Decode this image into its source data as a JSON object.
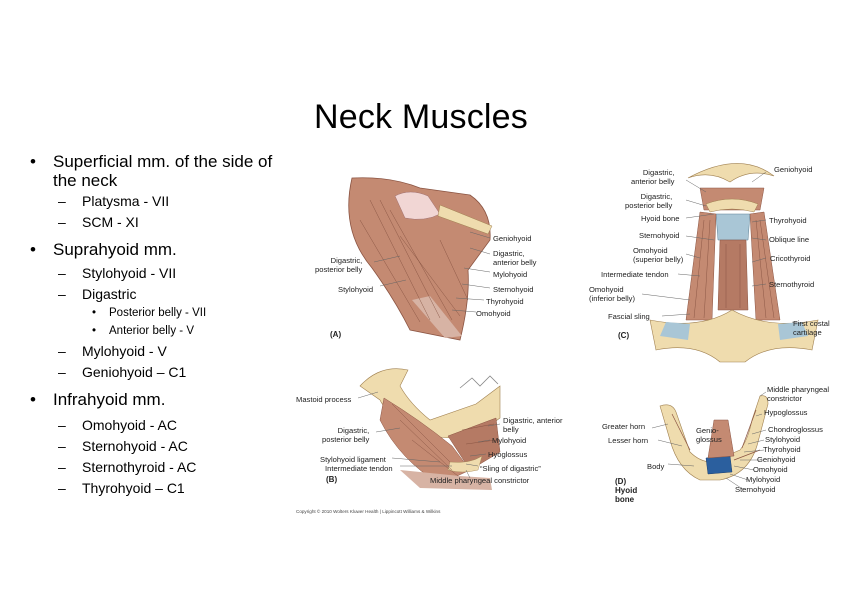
{
  "title": "Neck Muscles",
  "bullets": [
    {
      "text": "Superficial mm. of the side of the neck",
      "children": [
        {
          "text": "Platysma - VII"
        },
        {
          "text": "SCM - XI"
        }
      ]
    },
    {
      "text": "Suprahyoid mm.",
      "children": [
        {
          "text": "Stylohyoid - VII"
        },
        {
          "text": "Digastric",
          "children": [
            {
              "text": "Posterior belly - VII"
            },
            {
              "text": "Anterior belly - V"
            }
          ]
        },
        {
          "text": "Mylohyoid - V"
        },
        {
          "text": "Geniohyoid – C1"
        }
      ]
    },
    {
      "text": "Infrahyoid mm.",
      "children": [
        {
          "text": "Omohyoid - AC"
        },
        {
          "text": "Sternohyoid - AC"
        },
        {
          "text": "Sternothyroid - AC"
        },
        {
          "text": "Thyrohyoid – C1"
        }
      ]
    }
  ],
  "figA": {
    "panel": "(A)",
    "labels": [
      "Geniohyoid",
      "Digastric,\nanterior belly",
      "Mylohyoid",
      "Sternohyoid",
      "Thyrohyoid",
      "Omohyoid",
      "Digastric,\nposterior belly",
      "Stylohyoid"
    ]
  },
  "figB": {
    "panel": "(B)",
    "labels": [
      "Mastoid process",
      "Digastric,\nposterior belly",
      "Stylohyoid ligament",
      "Intermediate tendon",
      "Digastric, anterior\nbelly",
      "Mylohyoid",
      "Hyoglossus",
      "“Sling of digastric”",
      "Middle pharyngeal constrictor"
    ]
  },
  "figC": {
    "panel": "(C)",
    "labels": [
      "Digastric,\nanterior belly",
      "Digastric,\nposterior belly",
      "Hyoid bone",
      "Sternohyoid",
      "Omohyoid\n(superior belly)",
      "Intermediate tendon",
      "Omohyoid\n(inferior belly)",
      "Fascial sling",
      "Geniohyoid",
      "Thyrohyoid",
      "Oblique line",
      "Cricothyroid",
      "Sternothyroid",
      "First costal\ncartilage"
    ]
  },
  "figD": {
    "panel": "(D) Hyoid bone",
    "labels": [
      "Greater horn",
      "Lesser horn",
      "Genio-\nglossus",
      "Body",
      "Middle pharyngeal\nconstrictor",
      "Hypoglossus",
      "Chondroglossus",
      "Stylohyoid",
      "Thyrohyoid",
      "Geniohyoid",
      "Omohyoid",
      "Mylohyoid",
      "Sternohyoid"
    ]
  },
  "copyright": "Copyright © 2010 Wolters Kluwer Health | Lippincott Williams & Wilkins",
  "colors": {
    "muscle": "#c48a72",
    "muscle_dark": "#9a5a45",
    "bone": "#efdcae",
    "cartilage": "#a9c6d6",
    "hyoid_blue": "#2b5f9e"
  }
}
